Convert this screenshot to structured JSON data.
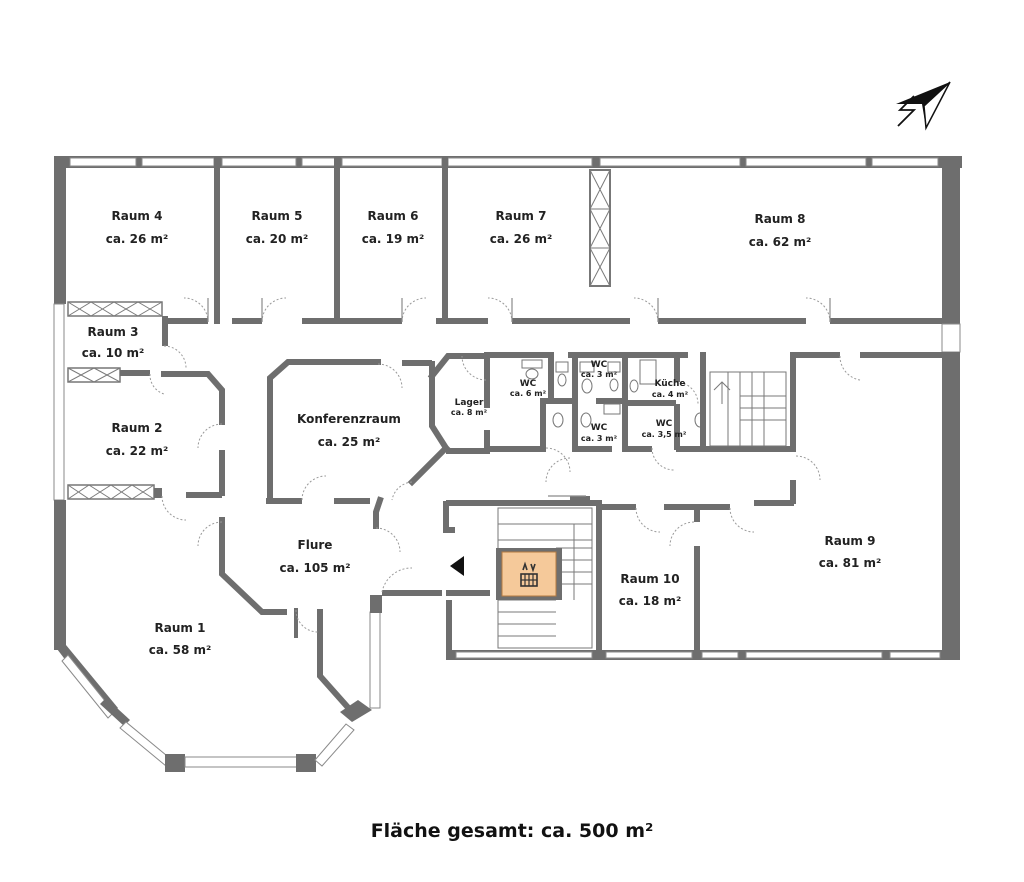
{
  "rooms": [
    {
      "id": "raum4",
      "name": "Raum 4",
      "area": "ca. 26 m²"
    },
    {
      "id": "raum5",
      "name": "Raum 5",
      "area": "ca. 20 m²"
    },
    {
      "id": "raum6",
      "name": "Raum 6",
      "area": "ca. 19 m²"
    },
    {
      "id": "raum7",
      "name": "Raum 7",
      "area": "ca. 26 m²"
    },
    {
      "id": "raum8",
      "name": "Raum 8",
      "area": "ca. 62 m²"
    },
    {
      "id": "raum3",
      "name": "Raum 3",
      "area": "ca. 10 m²"
    },
    {
      "id": "raum2",
      "name": "Raum 2",
      "area": "ca. 22 m²"
    },
    {
      "id": "konferenz",
      "name": "Konferenzraum",
      "area": "ca. 25 m²"
    },
    {
      "id": "flure",
      "name": "Flure",
      "area": "ca. 105 m²"
    },
    {
      "id": "raum1",
      "name": "Raum 1",
      "area": "ca. 58 m²"
    },
    {
      "id": "raum10",
      "name": "Raum 10",
      "area": "ca. 18 m²"
    },
    {
      "id": "raum9",
      "name": "Raum 9",
      "area": "ca. 81 m²"
    }
  ],
  "small_rooms": [
    {
      "id": "lager",
      "name": "Lager",
      "area": "ca. 8 m²"
    },
    {
      "id": "wc1",
      "name": "WC",
      "area": "ca. 6 m²"
    },
    {
      "id": "wc2",
      "name": "WC",
      "area": "ca. 3 m²"
    },
    {
      "id": "wc3",
      "name": "WC",
      "area": "ca. 3 m²"
    },
    {
      "id": "kueche",
      "name": "Küche",
      "area": "ca. 4 m²"
    },
    {
      "id": "wc4",
      "name": "WC",
      "area": "ca. 3,5 m²"
    }
  ],
  "total_area": "Fläche gesamt: ca. 500 m²",
  "icons": {
    "north_arrow": "north-arrow-icon",
    "elevator": "elevator-icon",
    "entrance": "entrance-arrow-icon"
  },
  "colors": {
    "wall": "#6e6e6e",
    "elevator_fill": "#f5c99a"
  }
}
